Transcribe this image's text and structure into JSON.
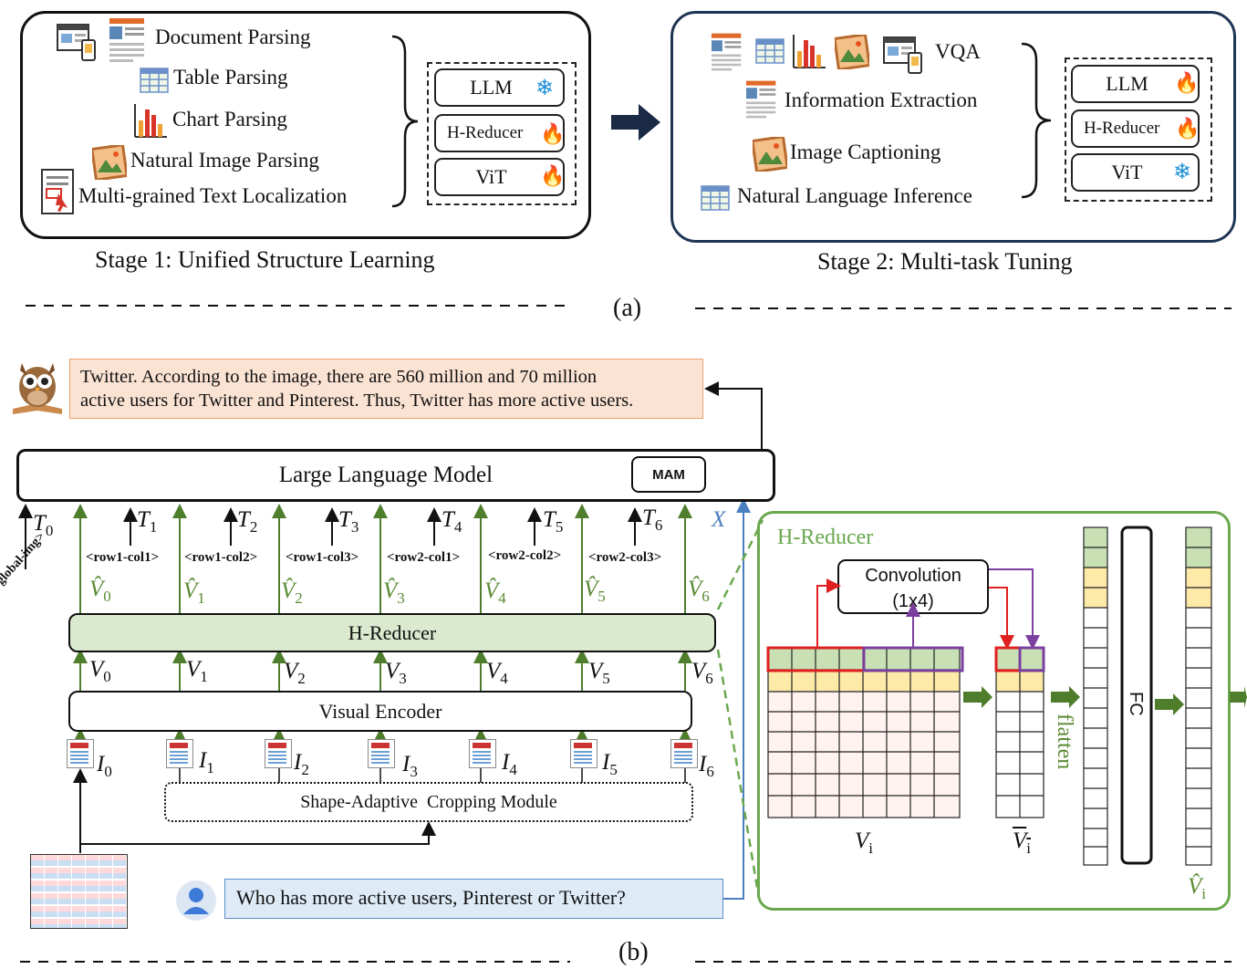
{
  "stage1": {
    "caption": "Stage 1: Unified Structure Learning",
    "tasks": [
      "Document Parsing",
      "Table Parsing",
      "Chart Parsing",
      "Natural Image Parsing",
      "Multi-grained Text Localization"
    ],
    "modules": [
      "LLM",
      "H-Reducer",
      "ViT"
    ],
    "module_states": [
      "frozen",
      "trainable",
      "trainable"
    ]
  },
  "stage2": {
    "caption": "Stage 2: Multi-task Tuning",
    "tasks": [
      "VQA",
      "Information Extraction",
      "Image Captioning",
      "Natural Language Inference"
    ],
    "modules": [
      "LLM",
      "H-Reducer",
      "ViT"
    ],
    "module_states": [
      "trainable",
      "trainable",
      "frozen"
    ]
  },
  "label_a": "(a)",
  "label_b": "(b)",
  "answer_text": [
    "Twitter. According to the image, there are 560 million and 70 million",
    "active users for Twitter and Pinterest. Thus, Twitter has more active users."
  ],
  "question_text": "Who has more active users, Pinterest or Twitter?",
  "llm_label": "Large Language Model",
  "mam_label": "MAM",
  "hreducer_label": "H-Reducer",
  "visual_encoder_label": "Visual Encoder",
  "sacm_label": "Shape-Adaptive  Cropping Module",
  "global_token": "<global-img>",
  "row_tokens": [
    "<row1-col1>",
    "<row1-col2>",
    "<row1-col3>",
    "<row2-col1>",
    "<row2-col2>",
    "<row2-col3>"
  ],
  "t_labels": [
    "T",
    "T",
    "T",
    "T",
    "T",
    "T",
    "T"
  ],
  "t_subs": [
    "0",
    "1",
    "2",
    "3",
    "4",
    "5",
    "6"
  ],
  "x_label": "X",
  "detail": {
    "title": "H-Reducer",
    "conv_label": [
      "Convolution",
      "(1x4)"
    ],
    "fc_label": "FC",
    "flatten_label": "flatten",
    "vi_label": "V",
    "vi_sub": "i"
  },
  "colors": {
    "green": "#6aa84f",
    "dark_green": "#4e7d2c",
    "panel2_border": "#1f3555",
    "answer_bg": "#fbe3d4",
    "answer_border": "#e8a070",
    "question_bg": "#deebf7",
    "question_border": "#5b8fc9",
    "red": "#e02020",
    "purple": "#7b3fa0",
    "yellow": "#fde9a8",
    "light_green": "#c8e0b4"
  }
}
